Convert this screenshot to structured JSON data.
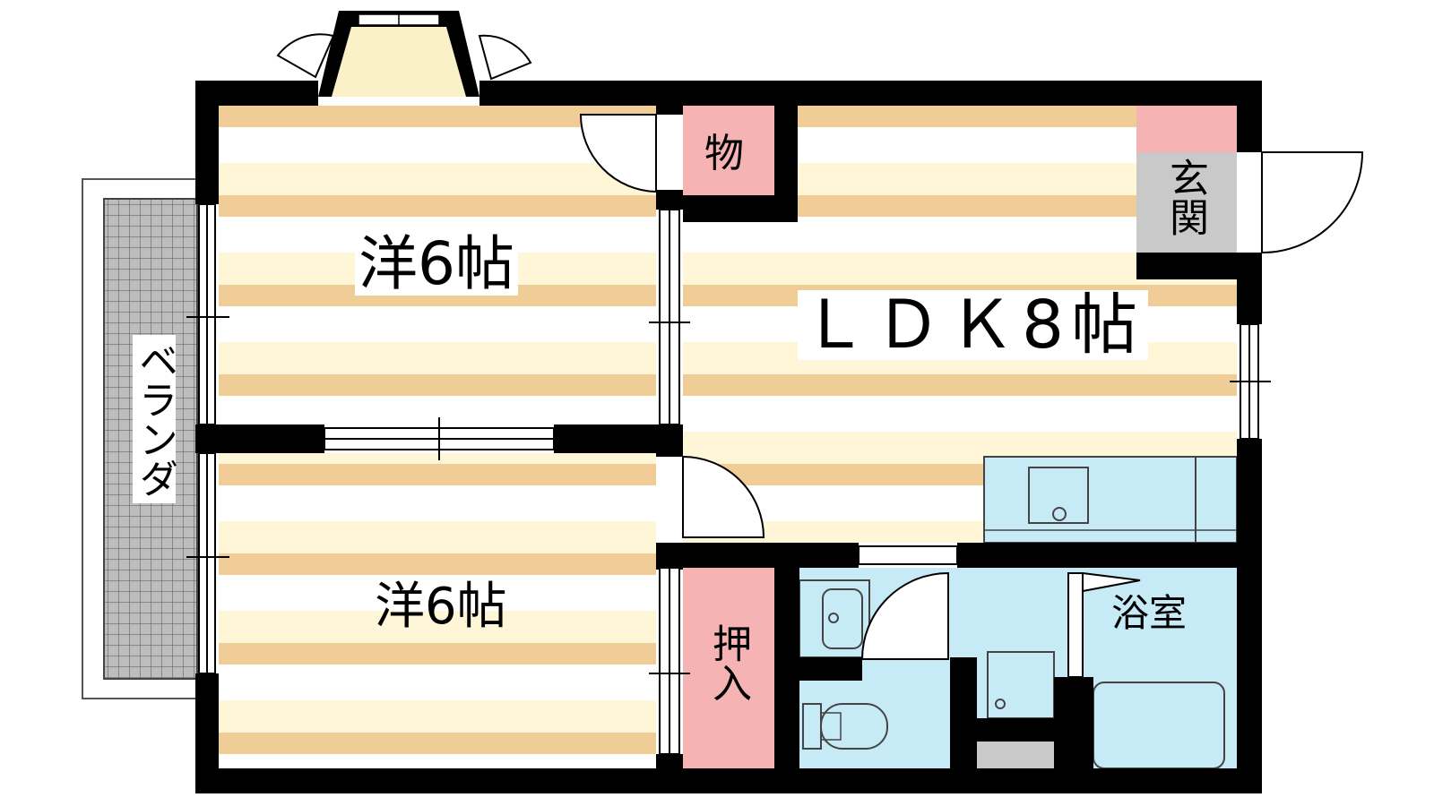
{
  "floorplan": {
    "rooms": {
      "western_room_1": "洋6帖",
      "western_room_2": "洋6帖",
      "ldk": "ＬＤＫ8帖",
      "storage": "物",
      "entrance": "玄関",
      "closet": "押入",
      "bathroom": "浴室",
      "veranda": "ベランダ"
    },
    "colors": {
      "wall": "#000000",
      "floor_stripe": "#f0cc96",
      "floor_light": "#fff6d8",
      "storage": "#f5b3b4",
      "water_area": "#c7eaf7",
      "entrance": "#c9c9c9",
      "veranda_grid": "#bdbdbd"
    }
  }
}
